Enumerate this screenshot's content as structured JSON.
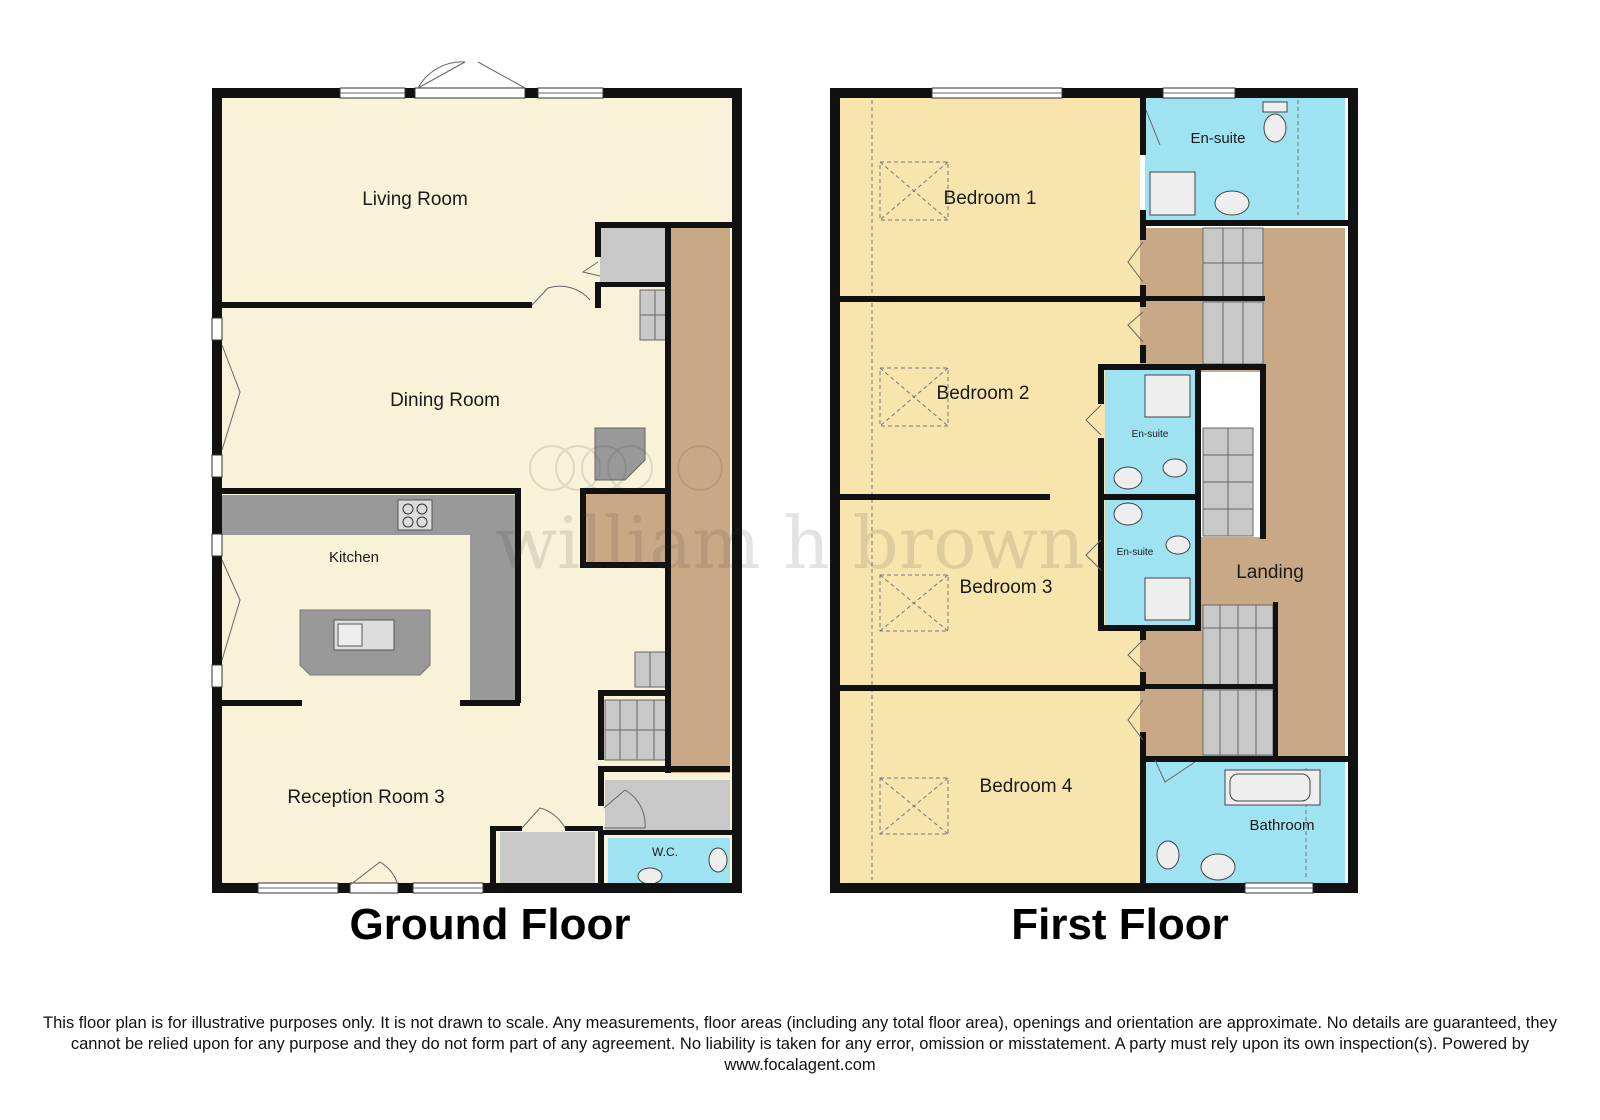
{
  "floors": {
    "ground": {
      "title": "Ground Floor",
      "rooms": {
        "living": "Living Room",
        "dining": "Dining Room",
        "kitchen": "Kitchen",
        "reception": "Reception Room 3",
        "wc": "W.C."
      }
    },
    "first": {
      "title": "First Floor",
      "rooms": {
        "bed1": "Bedroom 1",
        "bed2": "Bedroom 2",
        "bed3": "Bedroom 3",
        "bed4": "Bedroom 4",
        "ensuite1": "En-suite",
        "ensuite2": "En-suite",
        "ensuite3": "En-suite",
        "landing": "Landing",
        "bathroom": "Bathroom"
      }
    }
  },
  "watermark": "william h brown",
  "disclaimer": "This floor plan is for illustrative purposes only. It is not drawn to scale. Any measurements, floor areas (including any total floor area), openings and orientation are approximate. No details are guaranteed, they cannot be relied upon for any purpose and they do not form part of any agreement. No liability is taken for any error, omission or misstatement. A party must rely upon its own inspection(s). Powered by www.focalagent.com",
  "colors": {
    "wall": "#111111",
    "living_floor": "#f7f2d8",
    "bedroom_floor": "#f8e5ad",
    "wet_room": "#9fe3f2",
    "landing": "#c9a985",
    "fixtures": "#c8c8c8",
    "worktop": "#999999"
  }
}
